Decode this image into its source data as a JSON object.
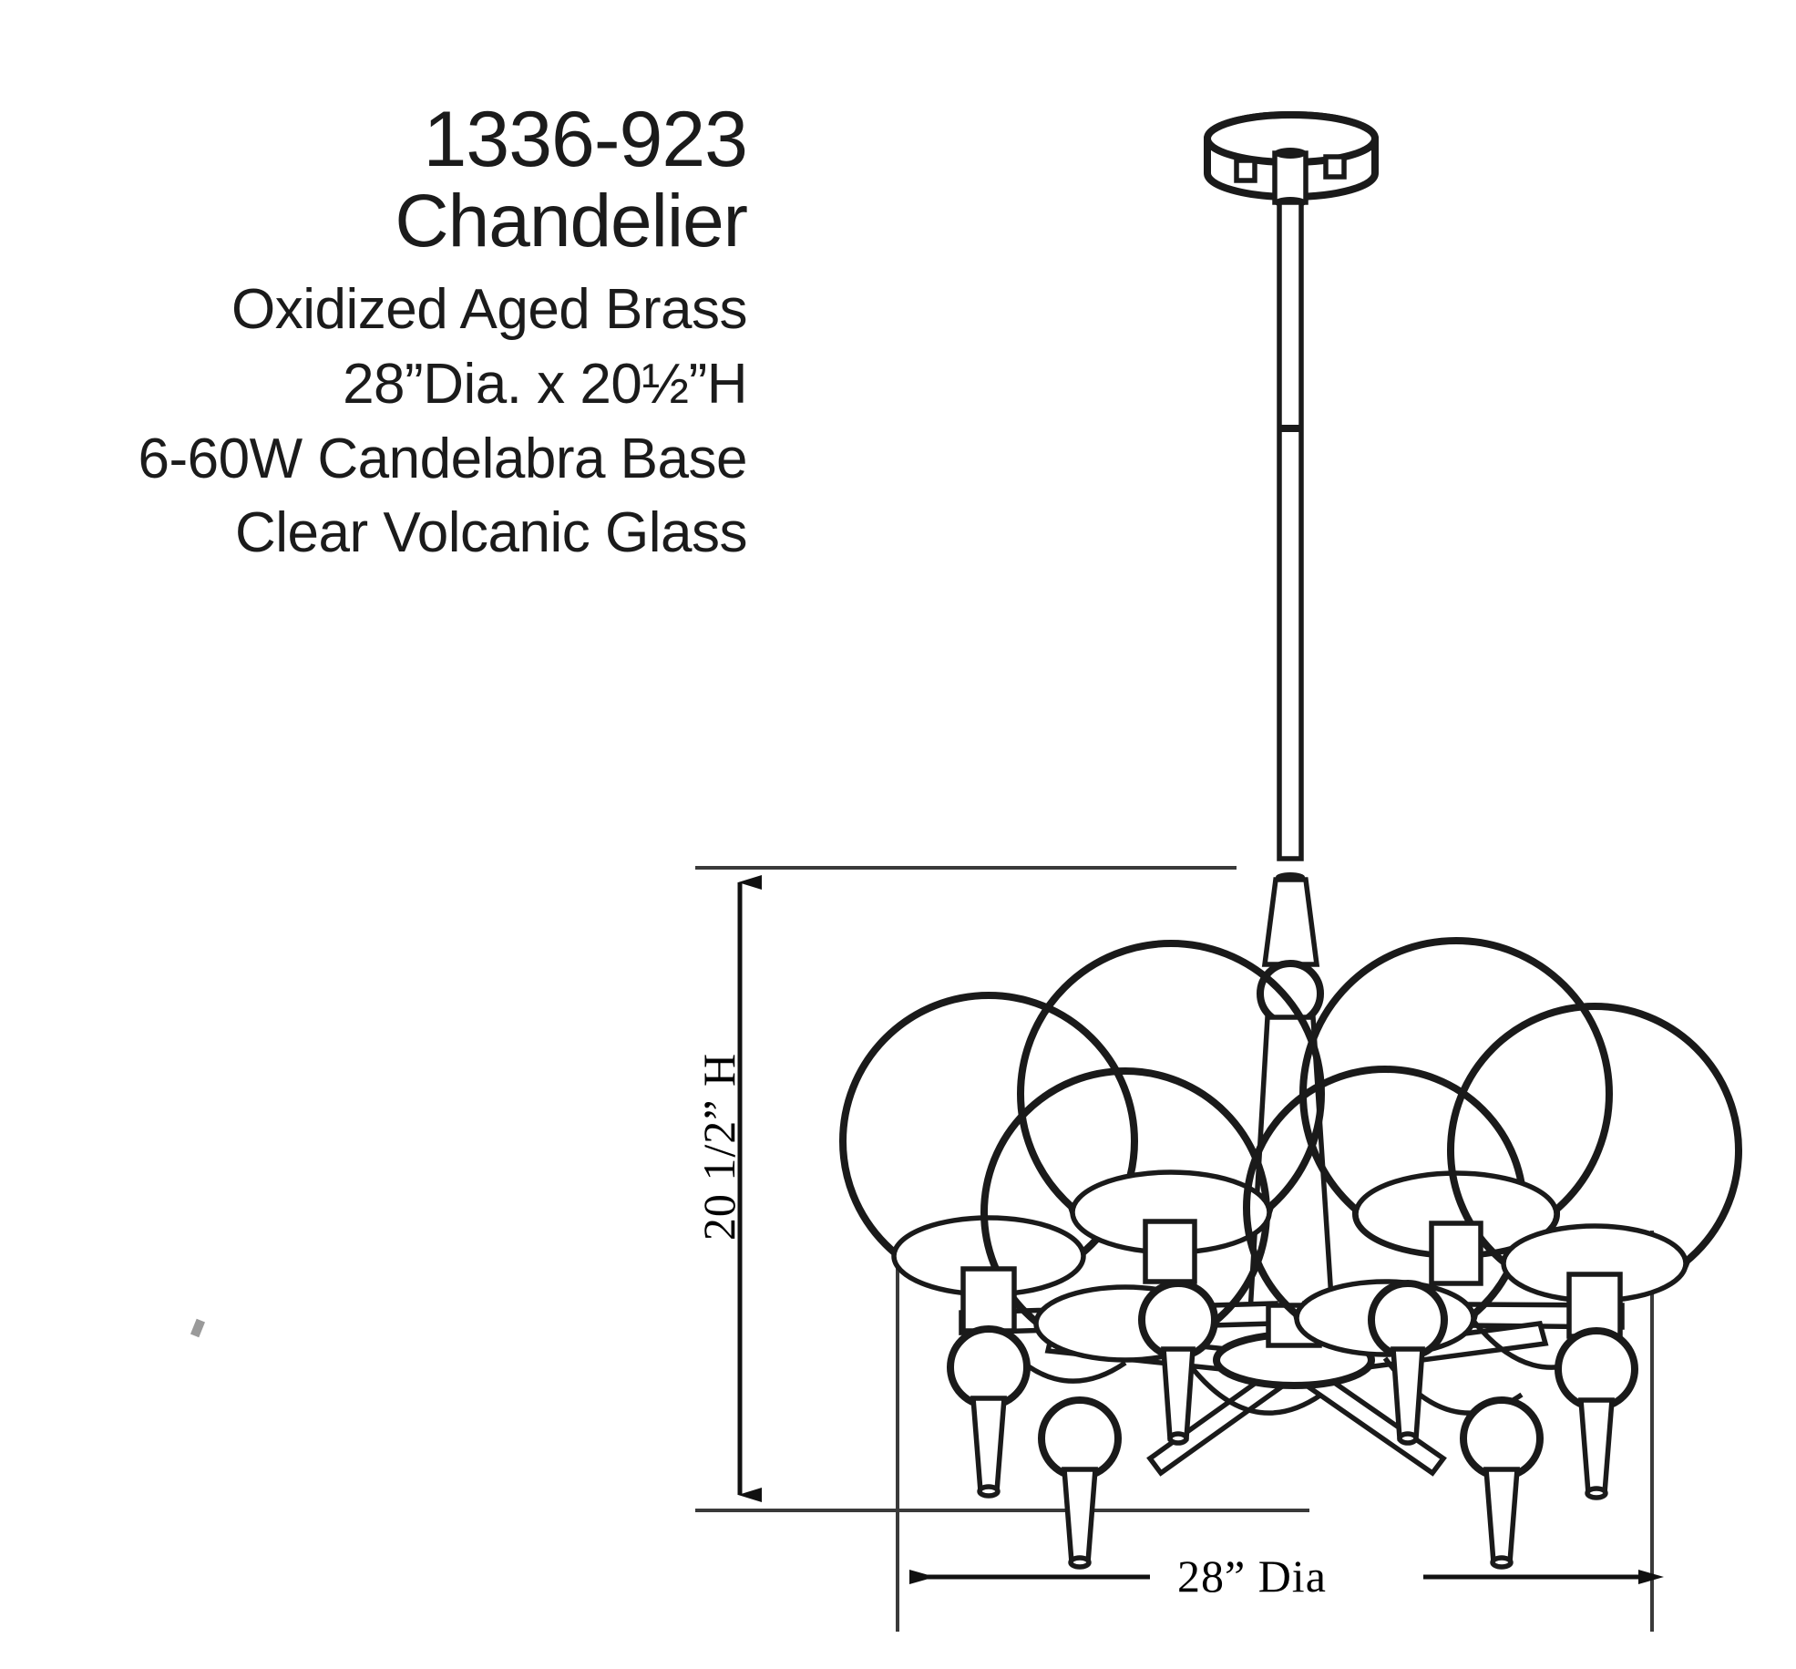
{
  "document": {
    "type": "product-specification-drawing",
    "background_color": "#ffffff",
    "line_color": "#1a1a1a"
  },
  "spec": {
    "model_number": "1336-923",
    "product_name": "Chandelier",
    "finish": "Oxidized Aged Brass",
    "dimensions": "28”Dia. x 20½”H",
    "lamping": "6-60W Candelabra Base",
    "glass": "Clear Volcanic Glass"
  },
  "dimensions": {
    "height_label": "20 1/2” H",
    "diameter_label": "28” Dia",
    "height_value": 20.5,
    "height_unit": "in",
    "diameter_value": 28,
    "diameter_unit": "in"
  },
  "fixture": {
    "name": "six-light-chandelier",
    "canopy": "round-ceiling-canopy",
    "stem": "adjustable-downrod",
    "globe_count": 6,
    "globe_style": "speckled-volcanic-glass-globe",
    "arm_count": 6,
    "finial_count": 6,
    "hub": "center-disc-hub"
  }
}
